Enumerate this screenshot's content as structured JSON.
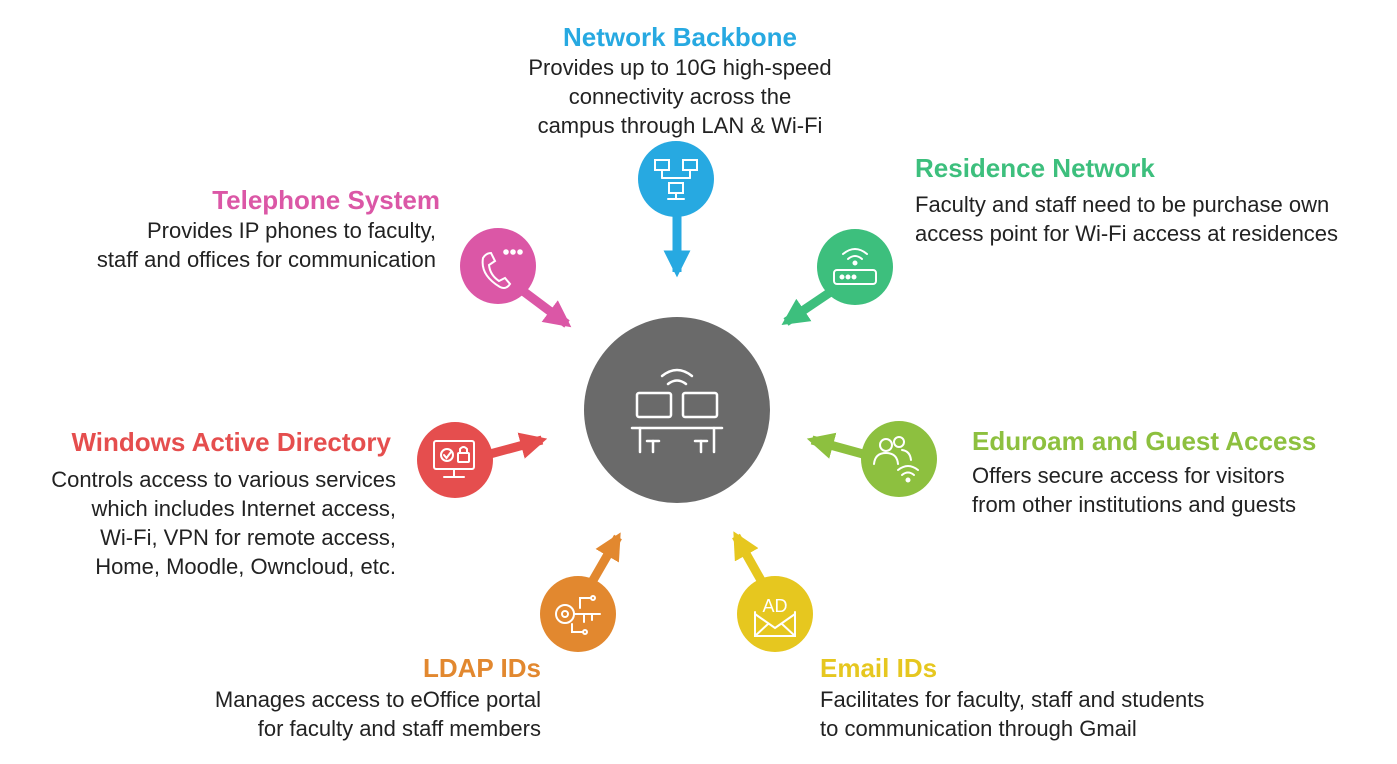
{
  "colors": {
    "hub": "#6a6a6a",
    "network_backbone": "#27a9e1",
    "residence_network": "#3dbf7d",
    "eduroam": "#8dc03f",
    "email": "#e6c71f",
    "ldap": "#e2882f",
    "windows_ad": "#e54e4e",
    "telephone": "#db57a6",
    "text": "#222222"
  },
  "nodes": {
    "network_backbone": {
      "title": "Network Backbone",
      "desc": "Provides up to 10G high-speed\nconnectivity across the\ncampus through LAN & Wi-Fi",
      "icon": "network-nodes-icon"
    },
    "residence_network": {
      "title": "Residence Network",
      "desc": "Faculty and staff need to be purchase own\naccess point for Wi-Fi access at residences",
      "icon": "wifi-router-icon"
    },
    "eduroam": {
      "title": "Eduroam and Guest Access",
      "desc": "Offers secure access for visitors\nfrom other institutions and guests",
      "icon": "users-wifi-icon"
    },
    "email": {
      "title": "Email IDs",
      "desc": "Facilitates for faculty, staff and students\nto communication through Gmail",
      "icon": "email-envelope-icon",
      "icon_text": "AD"
    },
    "ldap": {
      "title": "LDAP IDs",
      "desc": "Manages access to eOffice portal\nfor faculty and staff members",
      "icon": "circuit-key-icon"
    },
    "windows_ad": {
      "title": "Windows Active Directory",
      "desc": "Controls access to various services\nwhich includes Internet access,\nWi-Fi, VPN for remote access,\nHome, Moodle, Owncloud, etc.",
      "icon": "secure-monitor-icon"
    },
    "telephone": {
      "title": "Telephone System",
      "desc": "Provides IP phones to faculty,\nstaff and offices for communication",
      "icon": "phone-icon"
    }
  }
}
